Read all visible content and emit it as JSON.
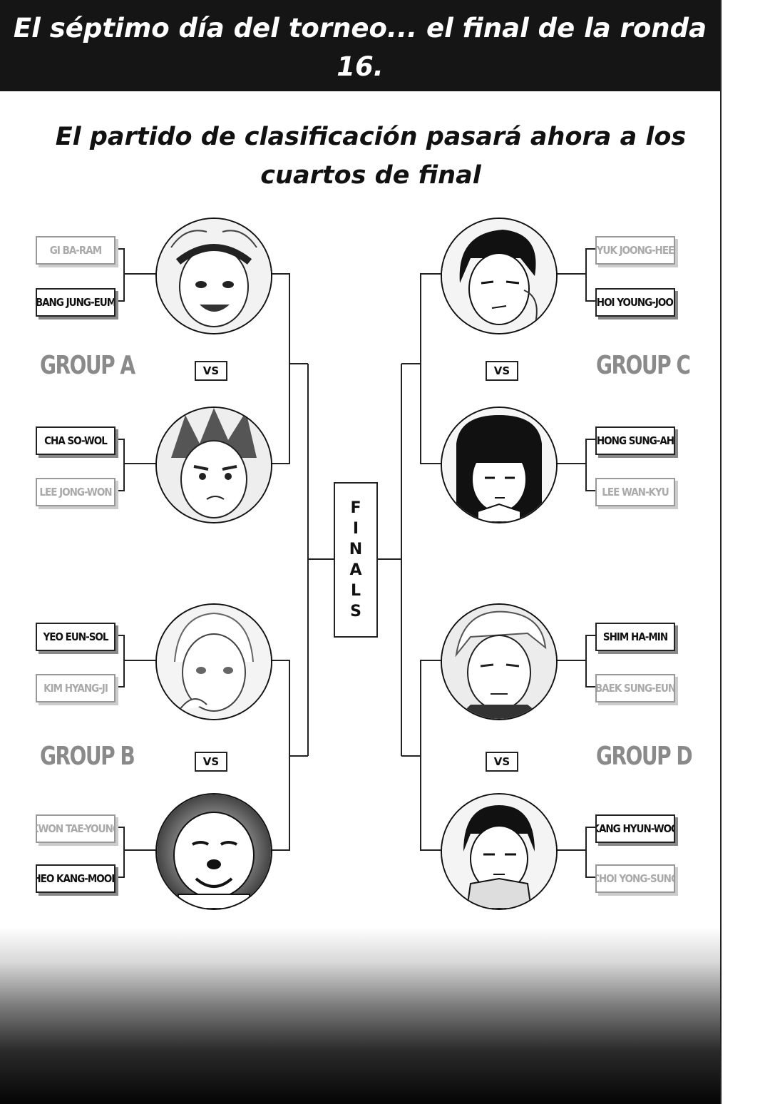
{
  "header": {
    "line1": "El séptimo día del torneo... el final de la ronda",
    "line2": "16."
  },
  "subtitle": {
    "line1": "El partido de clasificación pasará ahora a los",
    "line2": "cuartos de final"
  },
  "vs_label": "VS",
  "finals_letters": [
    "F",
    "I",
    "N",
    "A",
    "L",
    "S"
  ],
  "groups": {
    "a": {
      "label": "GROUP A",
      "pair1": {
        "top": "GI BA-RAM",
        "top_lost": true,
        "bottom": "BANG JUNG-EUM",
        "bottom_lost": false
      },
      "pair2": {
        "top": "CHA SO-WOL",
        "top_lost": false,
        "bottom": "LEE JONG-WON",
        "bottom_lost": true
      }
    },
    "b": {
      "label": "GROUP B",
      "pair1": {
        "top": "YEO EUN-SOL",
        "top_lost": false,
        "bottom": "KIM HYANG-JI",
        "bottom_lost": true
      },
      "pair2": {
        "top": "KWON TAE-YOUNG",
        "top_lost": true,
        "bottom": "HEO KANG-MOOK",
        "bottom_lost": false
      }
    },
    "c": {
      "label": "GROUP C",
      "pair1": {
        "top": "YUK JOONG-HEE",
        "top_lost": true,
        "bottom": "CHOI YOUNG-JOON",
        "bottom_lost": false
      },
      "pair2": {
        "top": "HONG SUNG-AH",
        "top_lost": false,
        "bottom": "LEE WAN-KYU",
        "bottom_lost": true
      }
    },
    "d": {
      "label": "GROUP D",
      "pair1": {
        "top": "SHIM HA-MIN",
        "top_lost": false,
        "bottom": "BAEK SUNG-EUN",
        "bottom_lost": true
      },
      "pair2": {
        "top": "KANG HYUN-WOO",
        "top_lost": false,
        "bottom": "CHOI YONG-SUNG",
        "bottom_lost": true
      }
    }
  },
  "colors": {
    "header_bg": "#151515",
    "winner_text": "#111111",
    "loser_text": "#aaaaaa",
    "group_label": "#8a8a8a"
  }
}
